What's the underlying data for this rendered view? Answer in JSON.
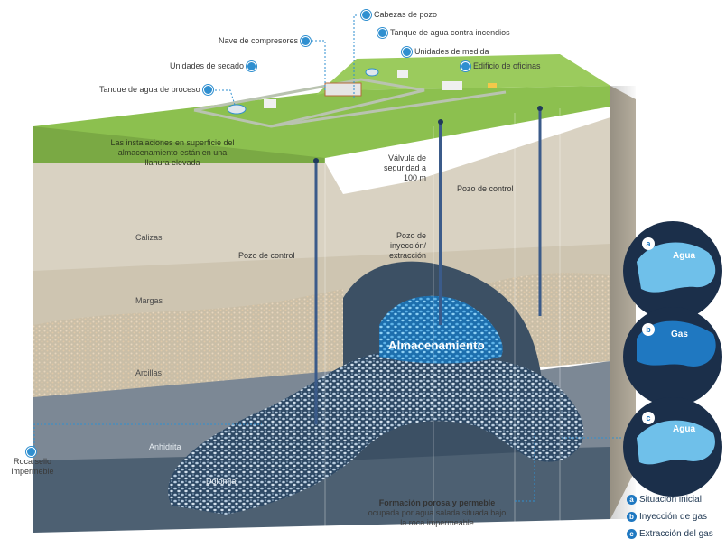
{
  "surface_labels": {
    "cabezas": "Cabezas de pozo",
    "tanque_incendios": "Tanque de agua contra incendios",
    "nave": "Nave de compresores",
    "unidades_medida": "Unidades de medida",
    "edificio": "Edificio de oficinas",
    "secado": "Unidades de secado",
    "tanque_proceso": "Tanque de agua de proceso",
    "instalaciones": "Las instalaciones  en superficie del almacenamiento están en una llanura elevada"
  },
  "well_labels": {
    "valvula": "Válvula de seguridad a 100 m",
    "pozo_control_right": "Pozo de control",
    "pozo_control_left": "Pozo de control",
    "pozo_inyeccion": "Pozo de inyección/ extracción"
  },
  "strata": {
    "calizas": "Calizas",
    "margas": "Margas",
    "arcillas": "Arcillas",
    "anhidrita": "Anhidrita",
    "dolomia": "Dolomía"
  },
  "storage_label": "Almacenamiento",
  "side_labels": {
    "roca_sello": "Roca sello impermeble",
    "formacion_title": "Formación porosa y permeble",
    "formacion_desc": "ocupada por agua salada situada bajo la roca impermeable"
  },
  "circles": [
    {
      "letter": "a",
      "word": "Agua"
    },
    {
      "letter": "b",
      "word": "Gas"
    },
    {
      "letter": "c",
      "word": "Agua"
    }
  ],
  "legend": [
    {
      "letter": "a",
      "text": "Situación inicial"
    },
    {
      "letter": "b",
      "text": "Inyección de gas"
    },
    {
      "letter": "c",
      "text": "Extracción del gas"
    }
  ],
  "colors": {
    "grass": "#8cc04f",
    "limestone": "#d9d2c2",
    "marl": "#cfc7b4",
    "clay": "#c6bdaa",
    "anhydrite": "#7c8895",
    "dolomite": "#4d6072",
    "storage": "#2f8fd0",
    "water": "#1b2f4a",
    "accent": "#2f8fd0"
  }
}
